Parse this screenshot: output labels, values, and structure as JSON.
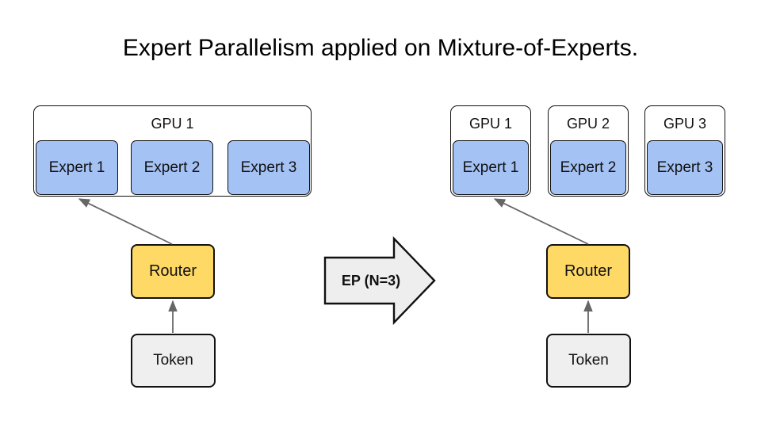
{
  "title": "Expert Parallelism applied on Mixture-of-Experts.",
  "before": {
    "gpu": {
      "label": "GPU 1"
    },
    "experts": [
      "Expert 1",
      "Expert 2",
      "Expert 3"
    ],
    "router": "Router",
    "token": "Token"
  },
  "transform": {
    "label": "EP (N=3)"
  },
  "after": {
    "gpus": [
      {
        "label": "GPU 1",
        "expert": "Expert 1"
      },
      {
        "label": "GPU 2",
        "expert": "Expert 2"
      },
      {
        "label": "GPU 3",
        "expert": "Expert 3"
      }
    ],
    "router": "Router",
    "token": "Token"
  },
  "colors": {
    "expert_fill": "#A4C2F4",
    "router_fill": "#FFD966",
    "token_fill": "#EFEFEF",
    "transform_arrow_fill": "#EEEEEE",
    "connector": "#666666",
    "border": "#111111"
  }
}
